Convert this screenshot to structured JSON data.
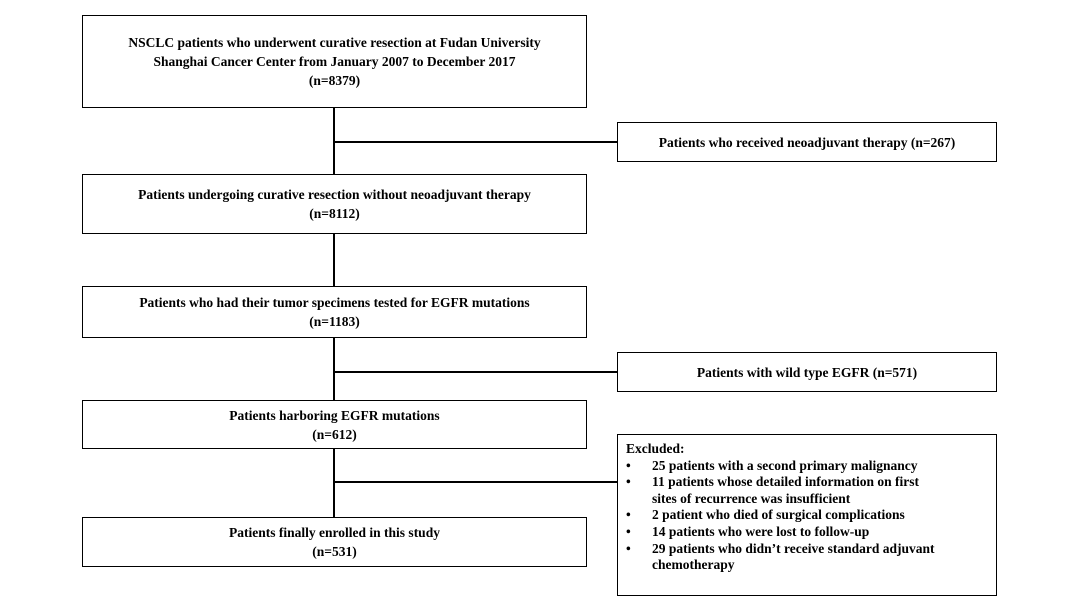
{
  "box1": {
    "line1": "NSCLC patients who underwent curative resection at Fudan University",
    "line2": "Shanghai Cancer Center from January 2007 to December 2017",
    "n": "(n=8379)"
  },
  "exclude1": {
    "text": "Patients who received neoadjuvant therapy (n=267)"
  },
  "box2": {
    "line1": "Patients undergoing curative resection without neoadjuvant therapy",
    "n": "(n=8112)"
  },
  "box3": {
    "line1": "Patients who had their tumor specimens tested for EGFR mutations",
    "n": "(n=1183)"
  },
  "exclude2": {
    "text": "Patients with wild type EGFR (n=571)"
  },
  "box4": {
    "line1": "Patients harboring EGFR mutations",
    "n": "(n=612)"
  },
  "box5": {
    "line1": "Patients finally enrolled in this study",
    "n": "(n=531)"
  },
  "exclude3": {
    "title": "Excluded:",
    "bullet": "•",
    "items": [
      {
        "lines": [
          "25 patients with a second primary malignancy"
        ]
      },
      {
        "lines": [
          "11 patients whose detailed information on first",
          "sites of recurrence was insufficient"
        ]
      },
      {
        "lines": [
          "2 patient who died of surgical complications"
        ]
      },
      {
        "lines": [
          "14 patients who were lost to follow-up"
        ]
      },
      {
        "lines": [
          "29 patients who didn’t receive standard adjuvant",
          "chemotherapy"
        ]
      }
    ]
  }
}
